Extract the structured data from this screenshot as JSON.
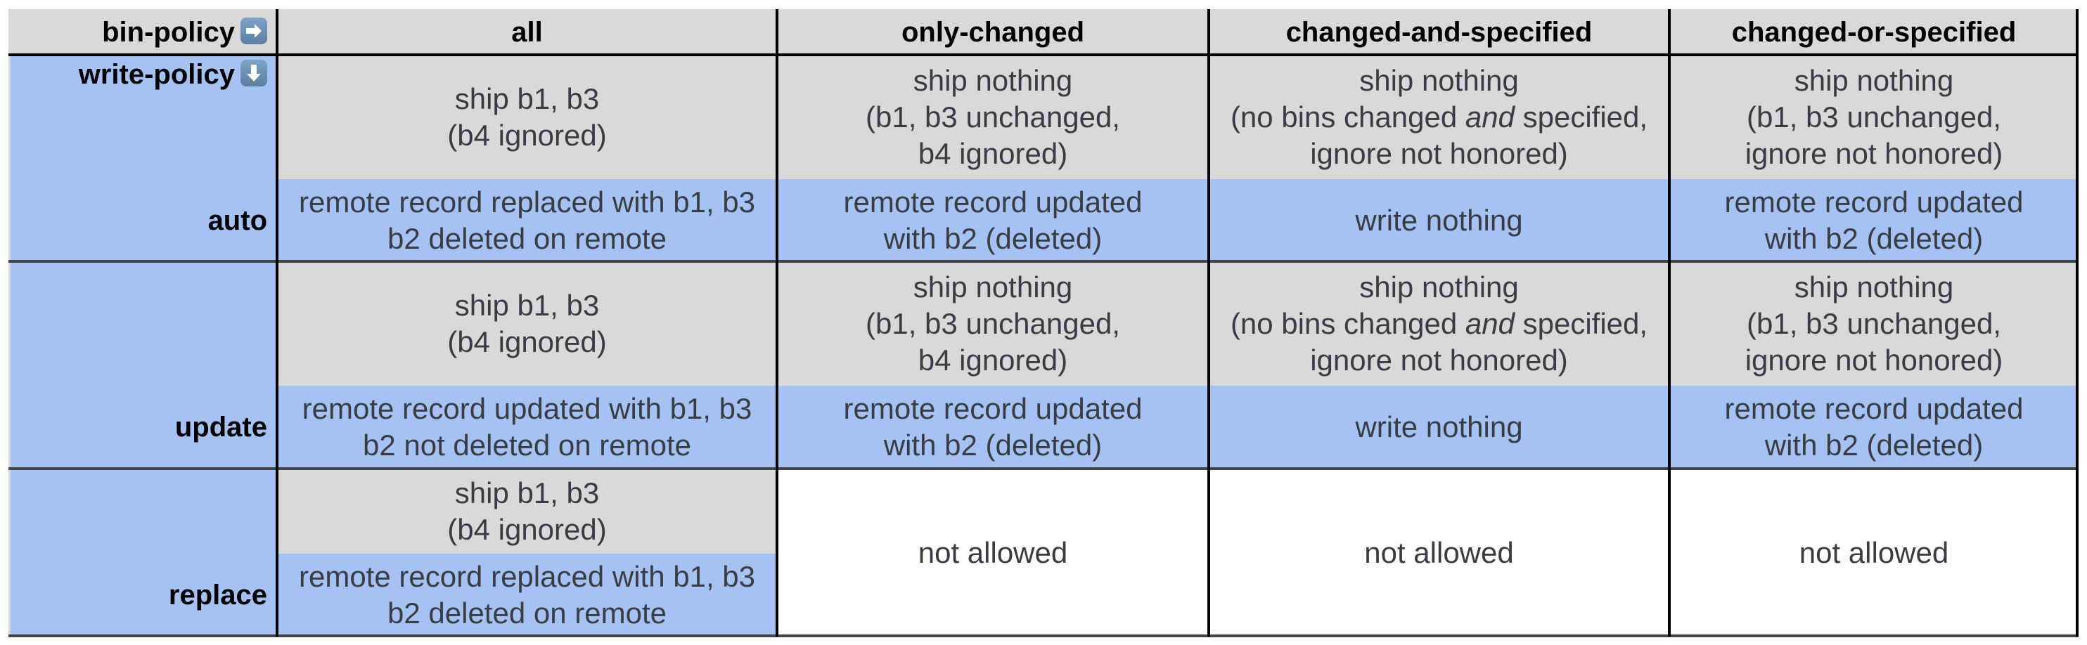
{
  "corner": {
    "bin_policy_label": "bin-policy",
    "bin_policy_icon": "right-arrow-icon",
    "write_policy_label": "write-policy",
    "write_policy_icon": "down-arrow-icon"
  },
  "columns": [
    "all",
    "only-changed",
    "changed-and-specified",
    "changed-or-specified"
  ],
  "rows": [
    {
      "label": "auto",
      "ship": [
        [
          "ship b1, b3",
          "(b4 ignored)"
        ],
        [
          "ship nothing",
          "(b1, b3 unchanged,",
          "b4 ignored)"
        ],
        [
          "ship nothing",
          "(no bins changed ",
          "and",
          " specified,",
          "ignore not honored)"
        ],
        [
          "ship nothing",
          "(b1, b3 unchanged,",
          "ignore not honored)"
        ]
      ],
      "write": [
        [
          "remote record replaced with b1, b3",
          "b2 deleted on remote"
        ],
        [
          "remote record updated",
          "with b2 (deleted)"
        ],
        [
          "write nothing"
        ],
        [
          "remote record updated",
          "with b2 (deleted)"
        ]
      ]
    },
    {
      "label": "update",
      "ship": [
        [
          "ship b1, b3",
          "(b4 ignored)"
        ],
        [
          "ship nothing",
          "(b1, b3 unchanged,",
          "b4 ignored)"
        ],
        [
          "ship nothing",
          "(no bins changed ",
          "and",
          " specified,",
          "ignore not honored)"
        ],
        [
          "ship nothing",
          "(b1, b3 unchanged,",
          "ignore not honored)"
        ]
      ],
      "write": [
        [
          "remote record updated with b1, b3",
          "b2 not deleted on remote"
        ],
        [
          "remote record updated",
          "with b2 (deleted)"
        ],
        [
          "write nothing"
        ],
        [
          "remote record updated",
          "with b2 (deleted)"
        ]
      ]
    },
    {
      "label": "replace",
      "ship": [
        [
          "ship b1, b3",
          "(b4 ignored)"
        ]
      ],
      "write": [
        [
          "remote record replaced with b1, b3",
          "b2 deleted on remote"
        ]
      ],
      "merged": [
        "not allowed",
        "not allowed",
        "not allowed"
      ]
    }
  ],
  "colors": {
    "header_bg": "#d9d9d9",
    "ship_bg": "#d9d9d9",
    "write_bg": "#a4c2f4",
    "label_bg": "#a4c2f4",
    "not_allowed_bg": "#ffffff",
    "text": "#3a3c42"
  }
}
